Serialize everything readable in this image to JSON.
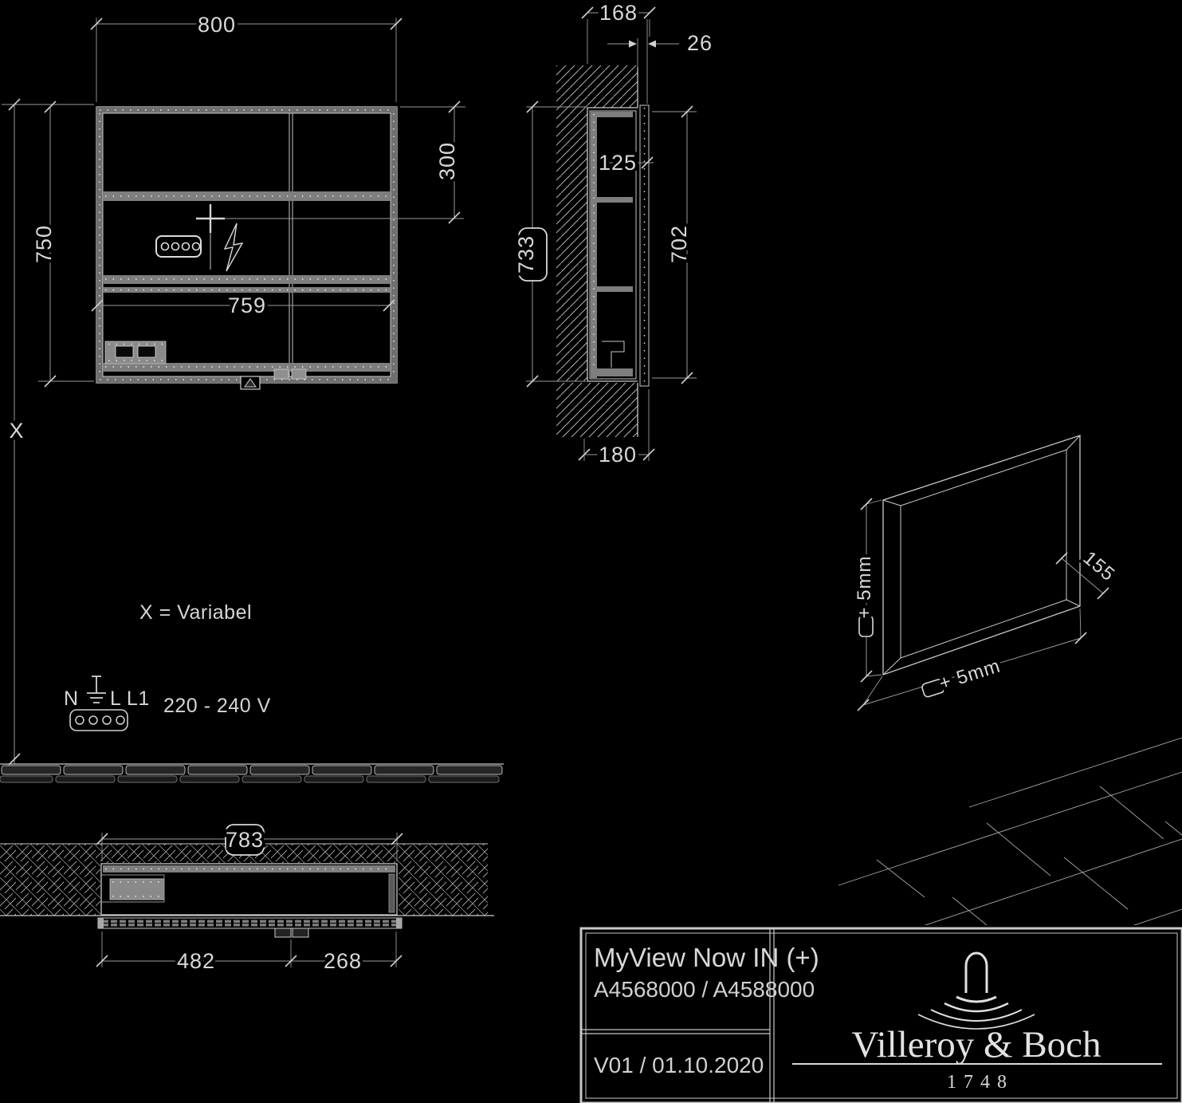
{
  "drawing": {
    "front_view": {
      "dim_width": "800",
      "dim_height": "750",
      "dim_top_offset": "300",
      "dim_inner_width": "759",
      "dim_variable": "X"
    },
    "side_view": {
      "dim_depth_total": "168",
      "dim_door_protrusion": "26",
      "dim_inner_depth": "125",
      "dim_niche_height_boxed": "733",
      "dim_inner_height": "702",
      "dim_niche_depth": "180"
    },
    "section_view": {
      "dim_niche_width_boxed": "783",
      "dim_left_door": "482",
      "dim_right_door": "268"
    },
    "niche_view": {
      "note_height": "+ 5mm",
      "note_width": "+ 5mm",
      "dim_depth": "155"
    },
    "annotations": {
      "variable_note": "X = Variabel",
      "terminal_n": "N",
      "terminal_l": "L L1",
      "voltage": "220 - 240 V"
    }
  },
  "title_block": {
    "product": "MyView Now IN (+)",
    "articles": "A4568000 / A4588000",
    "version": "V01 / 01.10.2020",
    "brand": "Villeroy & Boch",
    "year": "1748"
  },
  "colors": {
    "background": "#000000",
    "line": "#c9c9c9",
    "dimension": "#9a9a9a",
    "text": "#d8d8d8"
  }
}
